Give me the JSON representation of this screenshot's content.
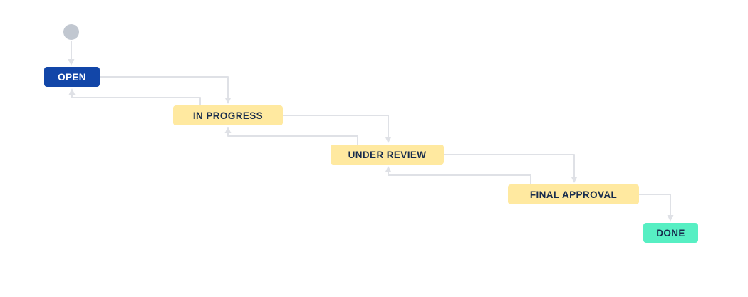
{
  "diagram": {
    "type": "workflow",
    "background": "#FFFFFF",
    "line_color": "#DFE1E6",
    "start_node": {
      "id": "start",
      "shape": "circle",
      "bg": "#C1C7D0"
    },
    "nodes": [
      {
        "id": "open",
        "label": "OPEN",
        "bg": "#1246A8",
        "fg": "#FFFFFF",
        "category": "todo"
      },
      {
        "id": "in-progress",
        "label": "IN PROGRESS",
        "bg": "#FFE9A0",
        "fg": "#172B4D",
        "category": "in-progress"
      },
      {
        "id": "under-review",
        "label": "UNDER REVIEW",
        "bg": "#FFE9A0",
        "fg": "#172B4D",
        "category": "in-progress"
      },
      {
        "id": "final-approval",
        "label": "FINAL APPROVAL",
        "bg": "#FFE9A0",
        "fg": "#172B4D",
        "category": "in-progress"
      },
      {
        "id": "done",
        "label": "DONE",
        "bg": "#57EFC3",
        "fg": "#172B4D",
        "category": "done"
      }
    ],
    "edges": [
      {
        "from": "start",
        "to": "open"
      },
      {
        "from": "open",
        "to": "in-progress"
      },
      {
        "from": "in-progress",
        "to": "open"
      },
      {
        "from": "in-progress",
        "to": "under-review"
      },
      {
        "from": "under-review",
        "to": "in-progress"
      },
      {
        "from": "under-review",
        "to": "final-approval"
      },
      {
        "from": "final-approval",
        "to": "under-review"
      },
      {
        "from": "final-approval",
        "to": "done"
      }
    ]
  }
}
